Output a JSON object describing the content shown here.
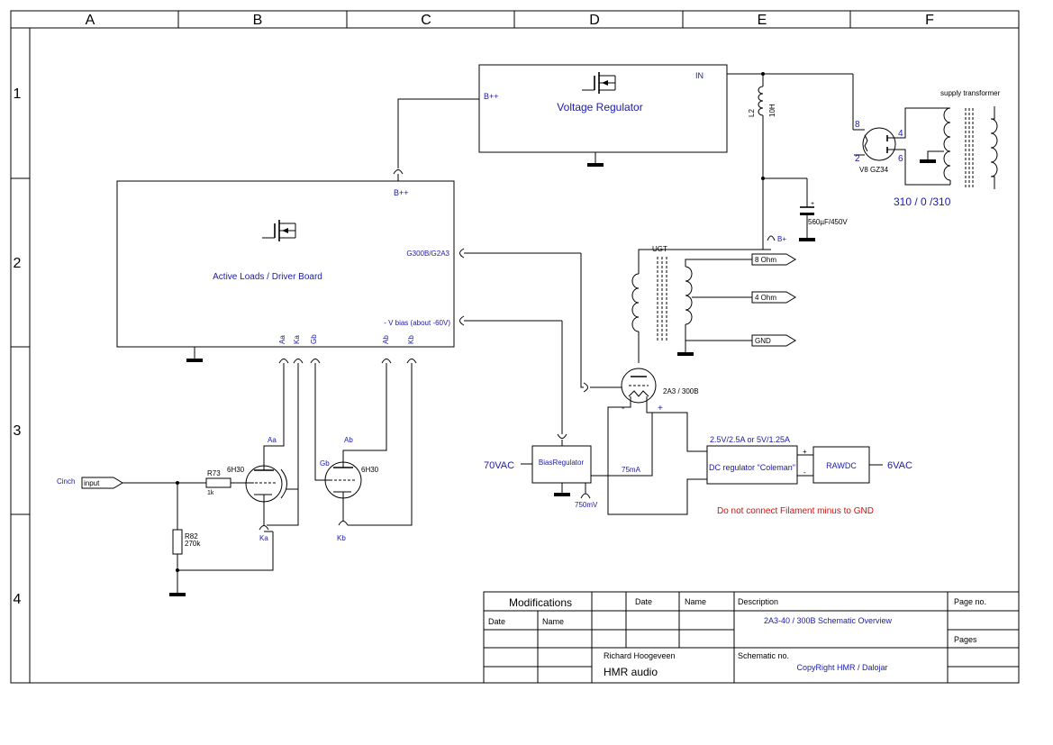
{
  "colors": {
    "wire": "#000000",
    "label": "#1a1aa8",
    "warning": "#d01010",
    "background": "#ffffff"
  },
  "frame": {
    "columns": [
      "A",
      "B",
      "C",
      "D",
      "E",
      "F"
    ],
    "rows": [
      "1",
      "2",
      "3",
      "4"
    ]
  },
  "blocks": {
    "voltage_regulator": {
      "title": "Voltage Regulator",
      "pin_in": "IN",
      "pin_bpp": "B++"
    },
    "active_loads": {
      "title": "Active Loads / Driver Board",
      "pin_bpp": "B++",
      "pin_g": "G300B/G2A3",
      "pin_vbias": "- V bias (about -60V)",
      "pins": [
        "Aa",
        "Ka",
        "Gb",
        "Ab",
        "Kb"
      ]
    },
    "bias_regulator": {
      "title": "BiasRegulator"
    },
    "dc_regulator": {
      "title": "DC regulator \"Coleman\"",
      "rating": "2.5V/2.5A or 5V/1.25A"
    },
    "rawdc": {
      "title": "RAWDC"
    }
  },
  "labels": {
    "choke_ref": "L2",
    "choke_val": "10H",
    "rectifier": "V8 GZ34",
    "pin8": "8",
    "pin2": "2",
    "pin4": "4",
    "pin6": "6",
    "supply_transformer": "supply transformer",
    "transformer_voltage": "310 / 0 /310",
    "cap_value": "560µF/450V",
    "bplus": "B+",
    "output_transformer": "UGT",
    "out_8": "8 Ohm",
    "out_4": "4 Ohm",
    "out_gnd": "GND",
    "power_tube": "2A3 / 300B",
    "fil_minus": "-",
    "fil_plus": "+",
    "current": "75mA",
    "bias_vac": "70VAC",
    "bias_mv": "750mV",
    "fil_vac": "6VAC",
    "plus": "+",
    "minus": "-",
    "warning": "Do not connect Filament minus to GND",
    "input_conn": "Cinch",
    "input": "input",
    "r73": "R73",
    "r73_val": "1k",
    "r82": "R82",
    "r82_val": "270k",
    "tube_a": "6H30",
    "tube_b": "6H30",
    "aa": "Aa",
    "ka": "Ka",
    "gb": "Gb",
    "ab": "Ab",
    "kb": "Kb"
  },
  "title_block": {
    "modifications": "Modifications",
    "date": "Date",
    "name": "Name",
    "date2": "Date",
    "name2": "Name",
    "description_label": "Description",
    "description": "2A3-40 / 300B Schematic Overview",
    "page_no": "Page no.",
    "pages": "Pages",
    "author": "Richard Hoogeveen",
    "company": "HMR audio",
    "schematic_no_label": "Schematic no.",
    "copyright": "CopyRight HMR / Dalojar"
  }
}
